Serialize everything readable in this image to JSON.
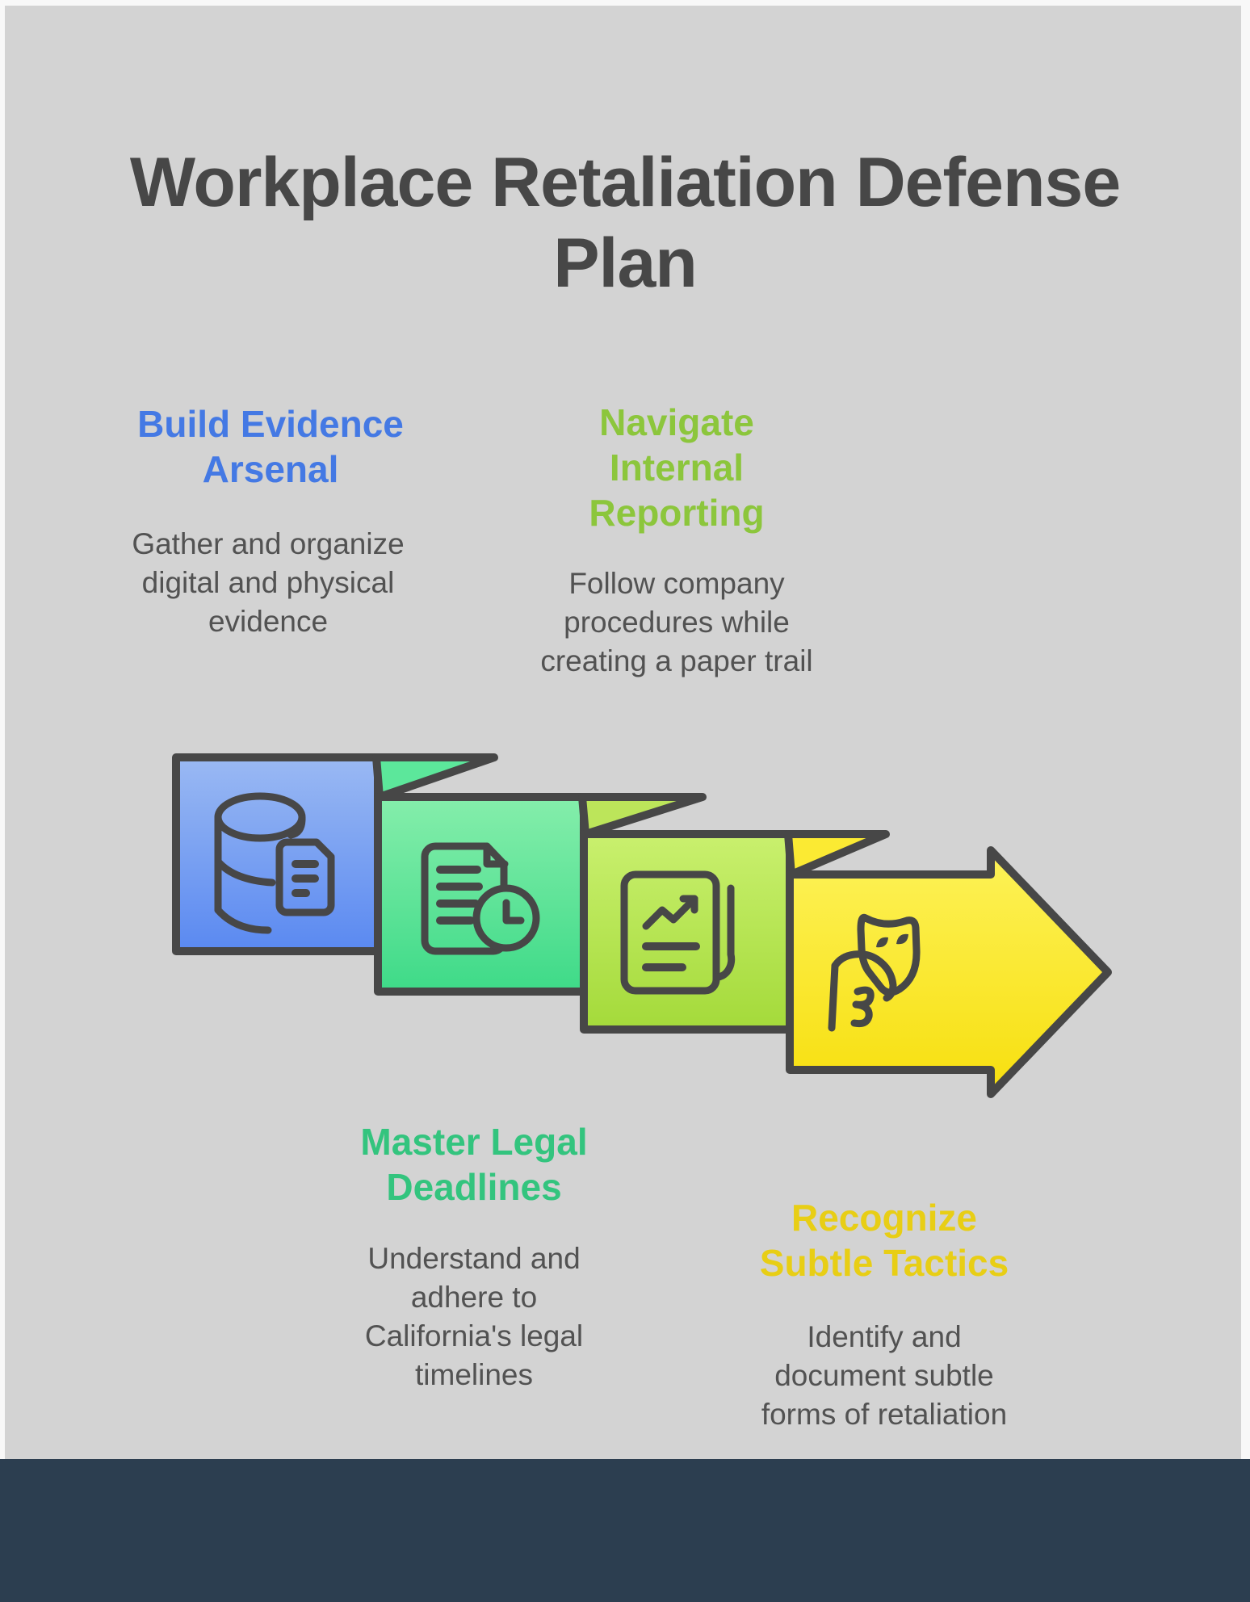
{
  "title": {
    "lines": [
      "Workplace Retaliation Defense",
      "Plan"
    ],
    "color": "#474747"
  },
  "sections": [
    {
      "name": "build-evidence-arsenal",
      "step": 1,
      "heading_lines": [
        "Build Evidence",
        "Arsenal"
      ],
      "heading_color": "#4479e4",
      "body_lines": [
        "Gather and organize",
        "digital and physical",
        "evidence"
      ],
      "icon": "database-document-icon",
      "panel_colors": {
        "top": "#9ab9f3",
        "bottom": "#5a89f1"
      }
    },
    {
      "name": "navigate-internal-reporting",
      "step": 2,
      "heading_lines": [
        "Navigate",
        "Internal",
        "Reporting"
      ],
      "heading_color": "#8cc63c",
      "body_lines": [
        "Follow company",
        "procedures while",
        "creating a paper trail"
      ],
      "icon": "document-clock-icon",
      "panel_colors": {
        "top": "#85eeab",
        "bottom": "#3eda88"
      }
    },
    {
      "name": "master-legal-deadlines",
      "step": 3,
      "heading_lines": [
        "Master Legal",
        "Deadlines"
      ],
      "heading_color": "#33c47e",
      "body_lines": [
        "Understand and",
        "adhere to",
        "California's legal",
        "timelines"
      ],
      "icon": "report-trend-icon",
      "panel_colors": {
        "top": "#c9f06e",
        "bottom": "#a4da3a"
      }
    },
    {
      "name": "recognize-subtle-tactics",
      "step": 4,
      "heading_lines": [
        "Recognize",
        "Subtle Tactics"
      ],
      "heading_color": "#e8ce15",
      "body_lines": [
        "Identify and",
        "document subtle",
        "forms of retaliation"
      ],
      "icon": "mask-hand-icon",
      "panel_colors": {
        "top": "#fdf258",
        "bottom": "#f7df0e"
      }
    }
  ],
  "flow": {
    "type": "folded-ribbon-arrow",
    "direction": "right",
    "steps": 4,
    "fold_colors": [
      "#5ce79b",
      "#bce55a",
      "#fbea33"
    ],
    "outline_color": "#474747"
  },
  "body_text_color": "#525252",
  "palette": {
    "canvas_background": "#d3d3d3",
    "page_border": "#f8f8f8",
    "footer_bar": "#2c3e50"
  }
}
